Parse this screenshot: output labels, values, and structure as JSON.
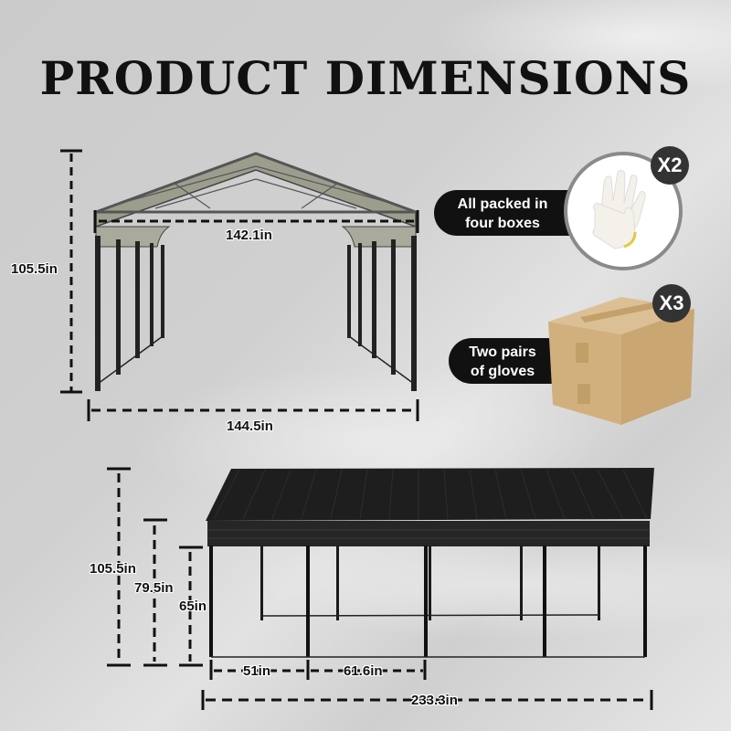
{
  "title": "PRODUCT DIMENSIONS",
  "top_view": {
    "height_label": "105.5in",
    "roof_width_label": "142.1in",
    "base_width_label": "144.5in"
  },
  "side_view": {
    "heights": [
      "105.5in",
      "79.5in",
      "65in"
    ],
    "spacing_1": "51in",
    "spacing_2": "61.6in",
    "total_length": "233.3in"
  },
  "accessories": [
    {
      "label_line1": "All packed in",
      "label_line2": "four boxes",
      "badge": "X2",
      "image": "gloves"
    },
    {
      "label_line1": "Two pairs",
      "label_line2": "of gloves",
      "badge": "X3",
      "image": "cardboard-box"
    }
  ],
  "colors": {
    "background": "#cfcfcf",
    "roof_top_view": "#9a9a88",
    "roof_side_view": "#1c1c1c",
    "pill": "#111111",
    "badge": "#333333"
  }
}
